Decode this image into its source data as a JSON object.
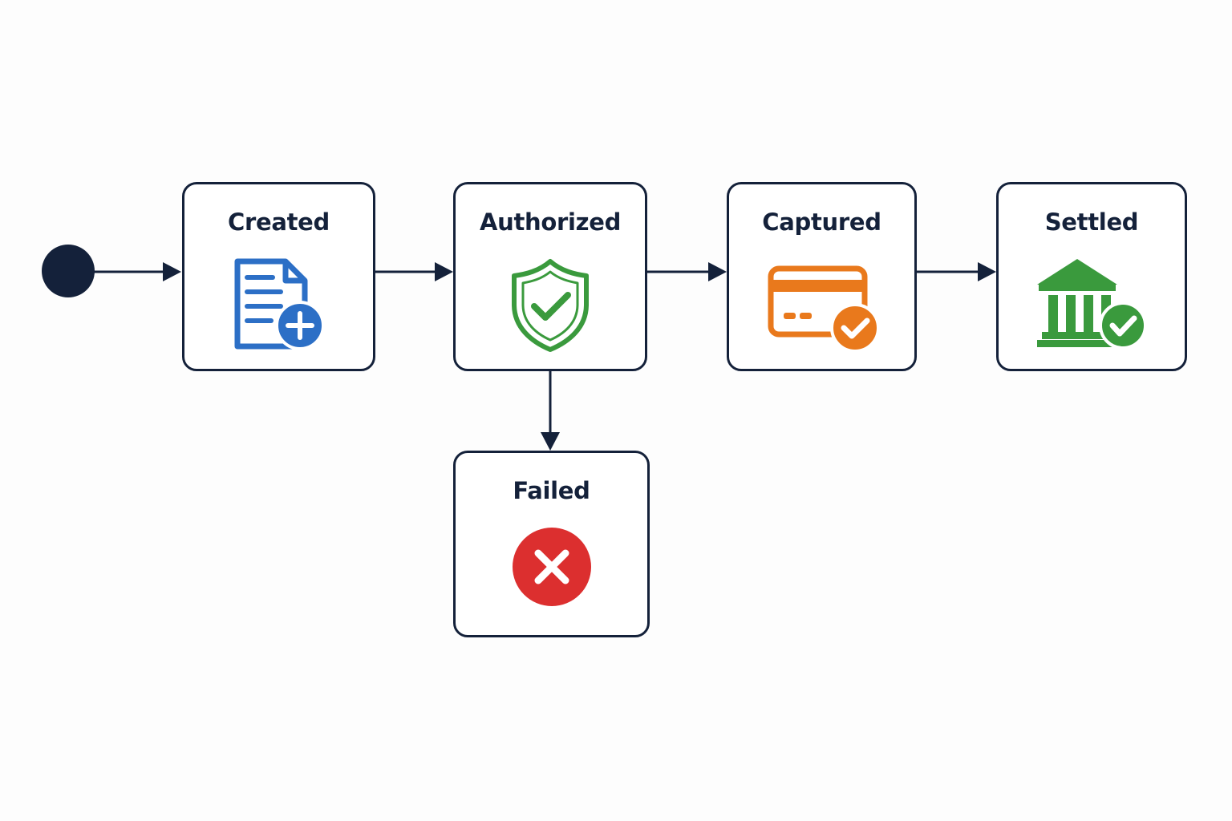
{
  "diagram": {
    "type": "state-machine",
    "states": [
      {
        "id": "created",
        "label": "Created",
        "icon": "document-add-icon",
        "color": "#2c6fc6"
      },
      {
        "id": "authorized",
        "label": "Authorized",
        "icon": "shield-check-icon",
        "color": "#3a9a3d"
      },
      {
        "id": "captured",
        "label": "Captured",
        "icon": "credit-card-check-icon",
        "color": "#e9791c"
      },
      {
        "id": "settled",
        "label": "Settled",
        "icon": "bank-check-icon",
        "color": "#3a9a3d"
      },
      {
        "id": "failed",
        "label": "Failed",
        "icon": "error-x-icon",
        "color": "#dc2f2f"
      }
    ],
    "transitions": [
      {
        "from": "start",
        "to": "created"
      },
      {
        "from": "created",
        "to": "authorized"
      },
      {
        "from": "authorized",
        "to": "captured"
      },
      {
        "from": "captured",
        "to": "settled"
      },
      {
        "from": "authorized",
        "to": "failed"
      }
    ],
    "colors": {
      "stroke": "#14213a",
      "start_node": "#14213a"
    }
  }
}
